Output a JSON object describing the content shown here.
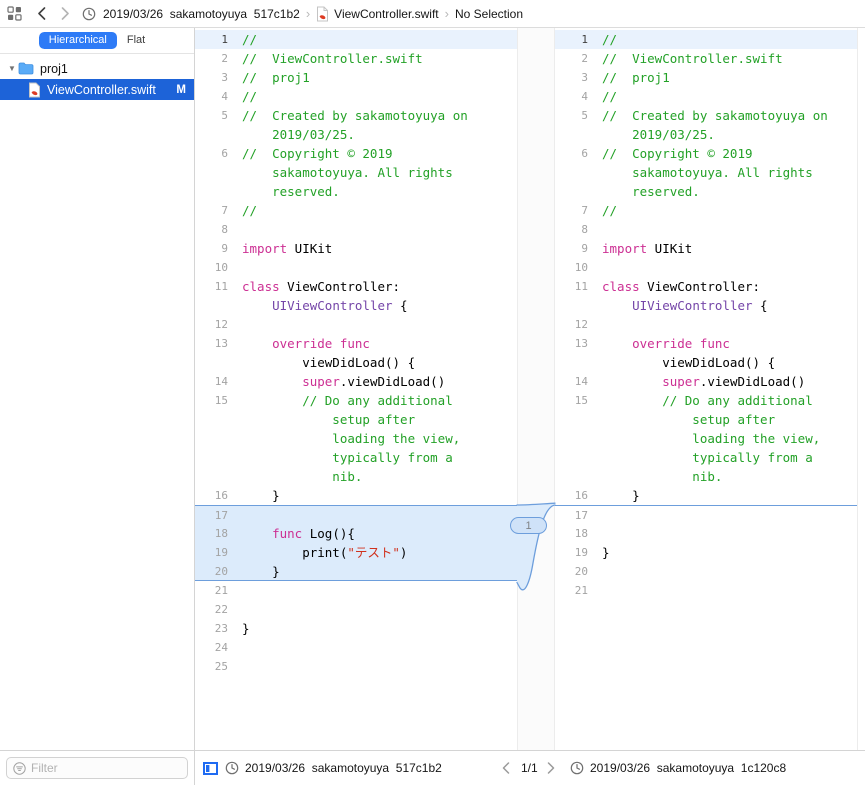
{
  "colors": {
    "accent": "#2e7bf6",
    "selection_blue": "#1d63d8",
    "diff_fill": "#dcebfb",
    "diff_border": "#6d9edc",
    "current_line": "#e9f2fd",
    "comment_green": "#23a127",
    "keyword_pink": "#cc2f93",
    "type_purple": "#7445a8",
    "string_red": "#d0311d",
    "line_number_gray": "#a3a3a3"
  },
  "toolbar": {
    "breadcrumb": {
      "version": "2019/03/26  sakamotoyuya  517c1b2",
      "separator": "›",
      "file": "ViewController.swift",
      "selection": "No Selection"
    }
  },
  "sidebar": {
    "tabs": [
      {
        "label": "Hierarchical",
        "selected": true
      },
      {
        "label": "Flat",
        "selected": false
      }
    ],
    "tree": [
      {
        "label": "proj1",
        "type": "folder",
        "expanded": true
      },
      {
        "label": "ViewController.swift",
        "type": "swift-file",
        "badge": "M",
        "selected": true
      }
    ],
    "filter_placeholder": "Filter"
  },
  "bottombar": {
    "left_version": "2019/03/26  sakamotoyuya  517c1b2",
    "counter": "1/1",
    "right_version": "2019/03/26  sakamotoyuya  1c120c8"
  },
  "editor": {
    "diff_badge": "1",
    "left_pane": {
      "lines": [
        {
          "n": 1,
          "cur": true,
          "rows": [
            [
              [
                "//",
                "c"
              ]
            ]
          ]
        },
        {
          "n": 2,
          "rows": [
            [
              [
                "//  ViewController.swift",
                "c"
              ]
            ]
          ]
        },
        {
          "n": 3,
          "rows": [
            [
              [
                "//  proj1",
                "c"
              ]
            ]
          ]
        },
        {
          "n": 4,
          "rows": [
            [
              [
                "//",
                "c"
              ]
            ]
          ]
        },
        {
          "n": 5,
          "rows": [
            [
              [
                "//  Created by sakamotoyuya on",
                "c"
              ]
            ],
            [
              [
                "    2019/03/25.",
                "c"
              ]
            ]
          ]
        },
        {
          "n": 6,
          "rows": [
            [
              [
                "//  Copyright © 2019",
                "c"
              ]
            ],
            [
              [
                "    sakamotoyuya. All rights",
                "c"
              ]
            ],
            [
              [
                "    reserved.",
                "c"
              ]
            ]
          ]
        },
        {
          "n": 7,
          "rows": [
            [
              [
                "//",
                "c"
              ]
            ]
          ]
        },
        {
          "n": 8,
          "rows": [
            []
          ]
        },
        {
          "n": 9,
          "rows": [
            [
              [
                "import",
                "k"
              ],
              [
                " UIKit",
                "p"
              ]
            ]
          ]
        },
        {
          "n": 10,
          "rows": [
            []
          ]
        },
        {
          "n": 11,
          "rows": [
            [
              [
                "class",
                "k"
              ],
              [
                " ViewController:",
                "p"
              ]
            ],
            [
              [
                "    ",
                "p"
              ],
              [
                "UIViewController",
                "t"
              ],
              [
                " {",
                "p"
              ]
            ]
          ]
        },
        {
          "n": 12,
          "rows": [
            []
          ]
        },
        {
          "n": 13,
          "rows": [
            [
              [
                "    ",
                "p"
              ],
              [
                "override",
                "k"
              ],
              [
                " ",
                "p"
              ],
              [
                "func",
                "k"
              ]
            ],
            [
              [
                "        viewDidLoad() {",
                "p"
              ]
            ]
          ]
        },
        {
          "n": 14,
          "rows": [
            [
              [
                "        ",
                "p"
              ],
              [
                "super",
                "k"
              ],
              [
                ".viewDidLoad()",
                "p"
              ]
            ]
          ]
        },
        {
          "n": 15,
          "rows": [
            [
              [
                "        // Do any additional",
                "c"
              ]
            ],
            [
              [
                "            setup after",
                "c"
              ]
            ],
            [
              [
                "            loading the view,",
                "c"
              ]
            ],
            [
              [
                "            typically from a",
                "c"
              ]
            ],
            [
              [
                "            nib.",
                "c"
              ]
            ]
          ]
        },
        {
          "n": 16,
          "rows": [
            [
              [
                "    }",
                "p"
              ]
            ]
          ]
        },
        {
          "n": 17,
          "hl": true,
          "rows": [
            []
          ]
        },
        {
          "n": 18,
          "hl": true,
          "rows": [
            [
              [
                "    ",
                "p"
              ],
              [
                "func",
                "k"
              ],
              [
                " Log(){",
                "p"
              ]
            ]
          ]
        },
        {
          "n": 19,
          "hl": true,
          "rows": [
            [
              [
                "        print(",
                "p"
              ],
              [
                "\"テスト\"",
                "s"
              ],
              [
                ")",
                "p"
              ]
            ]
          ]
        },
        {
          "n": 20,
          "hl": true,
          "rows": [
            [
              [
                "    }",
                "p"
              ]
            ]
          ]
        },
        {
          "n": 21,
          "rows": [
            []
          ]
        },
        {
          "n": 22,
          "rows": [
            []
          ]
        },
        {
          "n": 23,
          "rows": [
            [
              [
                "}",
                "p"
              ]
            ]
          ]
        },
        {
          "n": 24,
          "rows": [
            []
          ]
        },
        {
          "n": 25,
          "rows": [
            []
          ]
        }
      ]
    },
    "right_pane": {
      "lines": [
        {
          "n": 1,
          "cur": true,
          "rows": [
            [
              [
                "//",
                "c"
              ]
            ]
          ]
        },
        {
          "n": 2,
          "rows": [
            [
              [
                "//  ViewController.swift",
                "c"
              ]
            ]
          ]
        },
        {
          "n": 3,
          "rows": [
            [
              [
                "//  proj1",
                "c"
              ]
            ]
          ]
        },
        {
          "n": 4,
          "rows": [
            [
              [
                "//",
                "c"
              ]
            ]
          ]
        },
        {
          "n": 5,
          "rows": [
            [
              [
                "//  Created by sakamotoyuya on",
                "c"
              ]
            ],
            [
              [
                "    2019/03/25.",
                "c"
              ]
            ]
          ]
        },
        {
          "n": 6,
          "rows": [
            [
              [
                "//  Copyright © 2019",
                "c"
              ]
            ],
            [
              [
                "    sakamotoyuya. All rights",
                "c"
              ]
            ],
            [
              [
                "    reserved.",
                "c"
              ]
            ]
          ]
        },
        {
          "n": 7,
          "rows": [
            [
              [
                "//",
                "c"
              ]
            ]
          ]
        },
        {
          "n": 8,
          "rows": [
            []
          ]
        },
        {
          "n": 9,
          "rows": [
            [
              [
                "import",
                "k"
              ],
              [
                " UIKit",
                "p"
              ]
            ]
          ]
        },
        {
          "n": 10,
          "rows": [
            []
          ]
        },
        {
          "n": 11,
          "rows": [
            [
              [
                "class",
                "k"
              ],
              [
                " ViewController:",
                "p"
              ]
            ],
            [
              [
                "    ",
                "p"
              ],
              [
                "UIViewController",
                "t"
              ],
              [
                " {",
                "p"
              ]
            ]
          ]
        },
        {
          "n": 12,
          "rows": [
            []
          ]
        },
        {
          "n": 13,
          "rows": [
            [
              [
                "    ",
                "p"
              ],
              [
                "override",
                "k"
              ],
              [
                " ",
                "p"
              ],
              [
                "func",
                "k"
              ]
            ],
            [
              [
                "        viewDidLoad() {",
                "p"
              ]
            ]
          ]
        },
        {
          "n": 14,
          "rows": [
            [
              [
                "        ",
                "p"
              ],
              [
                "super",
                "k"
              ],
              [
                ".viewDidLoad()",
                "p"
              ]
            ]
          ]
        },
        {
          "n": 15,
          "rows": [
            [
              [
                "        // Do any additional",
                "c"
              ]
            ],
            [
              [
                "            setup after",
                "c"
              ]
            ],
            [
              [
                "            loading the view,",
                "c"
              ]
            ],
            [
              [
                "            typically from a",
                "c"
              ]
            ],
            [
              [
                "            nib.",
                "c"
              ]
            ]
          ]
        },
        {
          "n": 16,
          "rows": [
            [
              [
                "    }",
                "p"
              ]
            ]
          ]
        },
        {
          "n": 17,
          "mark": true,
          "rows": [
            []
          ]
        },
        {
          "n": 18,
          "rows": [
            []
          ]
        },
        {
          "n": 19,
          "rows": [
            [
              [
                "}",
                "p"
              ]
            ]
          ]
        },
        {
          "n": 20,
          "rows": [
            []
          ]
        },
        {
          "n": 21,
          "rows": [
            []
          ]
        }
      ]
    }
  }
}
